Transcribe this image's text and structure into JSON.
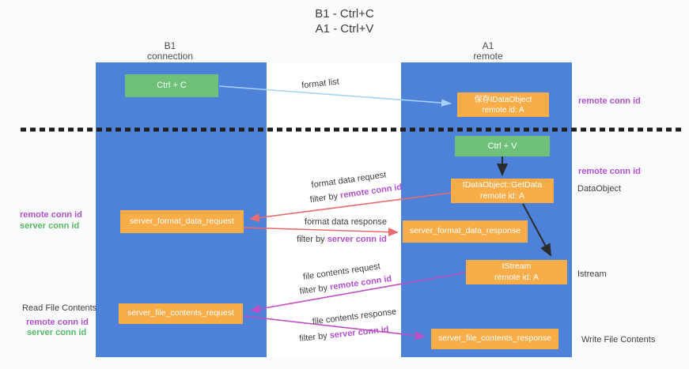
{
  "header": {
    "title_line1": "B1 - Ctrl+C",
    "title_line2": "A1 - Ctrl+V"
  },
  "lanes": {
    "left": {
      "name": "B1",
      "role": "connection"
    },
    "right": {
      "name": "A1",
      "role": "remote"
    }
  },
  "nodes": {
    "ctrl_c": "Ctrl + C",
    "save_idataobject_line1": "保存IDataObject",
    "save_idataobject_line2": "remote id: A",
    "ctrl_v": "Ctrl + V",
    "getdata_line1": "IDataObject::GetData",
    "getdata_line2": "remote id: A",
    "server_format_data_request": "server_format_data_request",
    "server_format_data_response": "server_format_data_response",
    "istream_line1": "IStream",
    "istream_line2": "remote id: A",
    "server_file_contents_request": "server_file_contents_request",
    "server_file_contents_response": "server_file_contents_response"
  },
  "flow_labels": {
    "format_list": "format list",
    "format_data_request": "format data request",
    "format_data_request_filter_prefix": "filter by ",
    "format_data_request_filter_key": "remote conn id",
    "format_data_response": "format data response",
    "format_data_response_filter_prefix": "filter by ",
    "format_data_response_filter_key": "server conn id",
    "file_contents_request": "file contents request",
    "file_contents_request_filter_prefix": "filter by ",
    "file_contents_request_filter_key": "remote conn id",
    "file_contents_response": "file contents response",
    "file_contents_response_filter_prefix": "filter by ",
    "file_contents_response_filter_key": "server conn id"
  },
  "left_annotations": {
    "format_remote_conn_id": "remote conn id",
    "format_server_conn_id": "server conn id",
    "read_file_contents": "Read File Contents",
    "file_remote_conn_id": "remote conn id",
    "file_server_conn_id": "server conn id"
  },
  "right_annotations": {
    "top_remote_conn_id": "remote conn id",
    "mid_remote_conn_id": "remote conn id",
    "dataobject": "DataObject",
    "istream": "Istream",
    "write_file_contents": "Write File Contents"
  },
  "colors": {
    "lane_blue": "#4d82d8",
    "box_green": "#6fc078",
    "box_orange": "#f9ad49",
    "text_purple": "#b151ce",
    "text_green": "#55ba63",
    "arrow_salmon": "#e96b70",
    "arrow_magenta": "#c04fc4",
    "arrow_lightblue": "#a7d2f2",
    "arrow_black": "#2b2b2b",
    "dash_black": "#1f1f1f"
  }
}
